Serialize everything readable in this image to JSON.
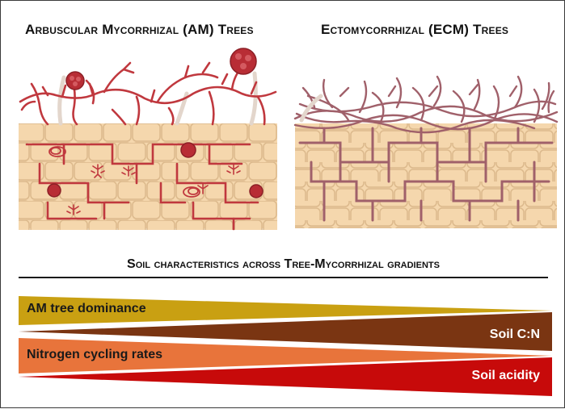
{
  "panels": {
    "am_title": "Arbuscular Mycorrhizal (AM) Trees",
    "ecm_title": "Ectomycorrhizal (ECM) Trees"
  },
  "section_heading": "Soil characteristics across Tree-Mycorrhizal gradients",
  "gradients": [
    {
      "label": "AM tree dominance",
      "color": "#c9a012",
      "direction": "decreasing"
    },
    {
      "label": "Soil C:N",
      "color": "#7a3512",
      "direction": "increasing"
    },
    {
      "label": "Nitrogen cycling rates",
      "color": "#e8743b",
      "direction": "decreasing"
    },
    {
      "label": "Soil acidity",
      "color": "#c70a0a",
      "direction": "increasing"
    }
  ],
  "colors": {
    "root_cell": "#f5d7ad",
    "root_cell_stroke": "#d9b88a",
    "am_hyphae": "#c0383e",
    "ecm_hyphae": "#a0606a",
    "spore": "#b82d35"
  }
}
